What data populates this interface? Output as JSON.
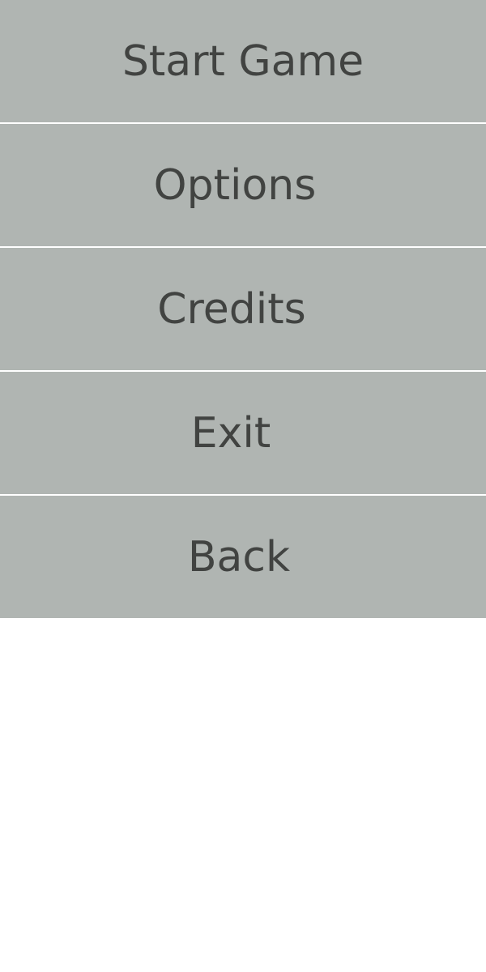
{
  "menu": {
    "items": [
      {
        "label": "Start Game"
      },
      {
        "label": "Options"
      },
      {
        "label": "Credits"
      },
      {
        "label": "Exit"
      },
      {
        "label": "Back"
      }
    ]
  },
  "colors": {
    "button_bg": "#b0b5b2",
    "button_text": "#414341",
    "divider": "#ffffff",
    "page_bg": "#ffffff"
  }
}
